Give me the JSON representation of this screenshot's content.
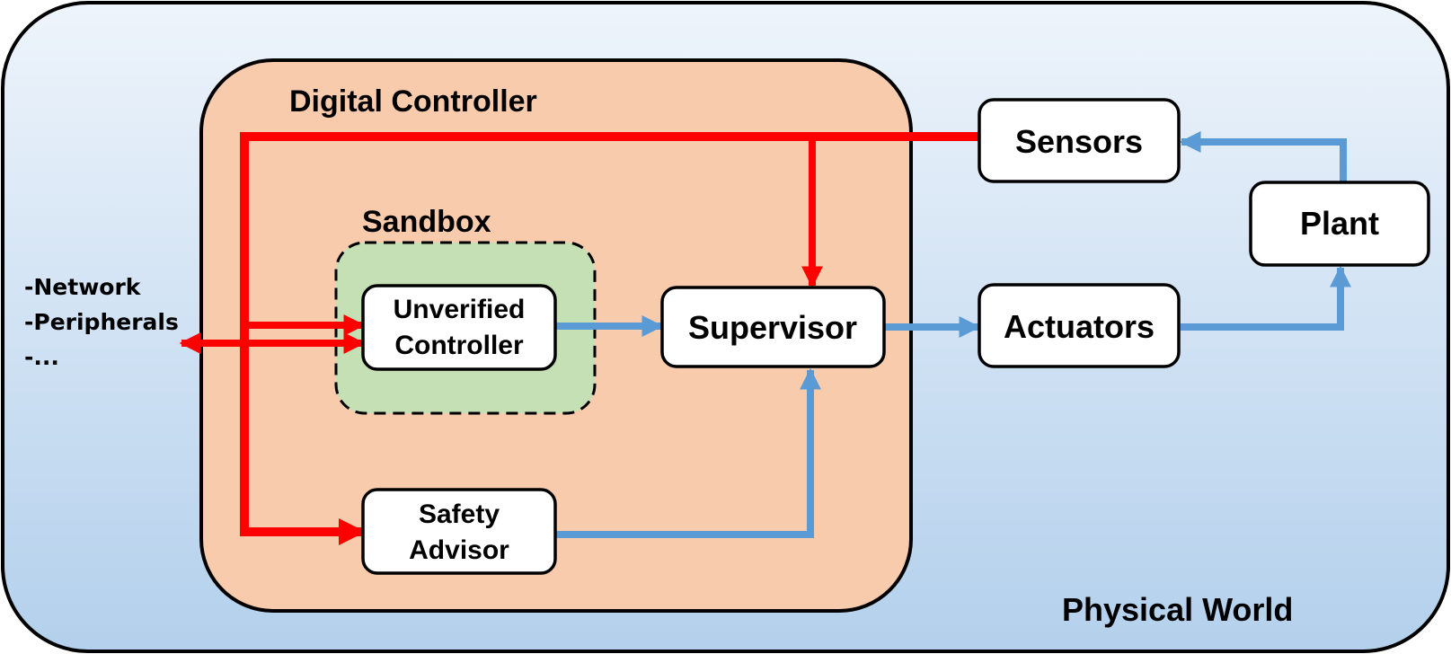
{
  "diagram": {
    "colors": {
      "physical_world_top": "#eef4fb",
      "physical_world_bottom": "#b3d0ec",
      "digital_controller_fill": "#f8cbad",
      "sandbox_fill": "#c5e0b4",
      "node_fill": "#ffffff",
      "red_signal": "#ff0000",
      "blue_signal": "#5b9bd5",
      "outline": "#000000"
    },
    "regions": {
      "physical_world": "Physical World",
      "digital_controller": "Digital Controller",
      "sandbox": "Sandbox"
    },
    "external_inputs": [
      "-Network",
      "-Peripherals",
      "-..."
    ],
    "nodes": {
      "unverified_controller": [
        "Unverified",
        "Controller"
      ],
      "safety_advisor": [
        "Safety",
        "Advisor"
      ],
      "supervisor": "Supervisor",
      "sensors": "Sensors",
      "actuators": "Actuators",
      "plant": "Plant"
    },
    "edges": [
      {
        "from": "Sensors",
        "to": "Supervisor",
        "type": "red"
      },
      {
        "from": "Sensors",
        "to": "Unverified Controller",
        "type": "red"
      },
      {
        "from": "Sensors",
        "to": "Safety Advisor",
        "type": "red"
      },
      {
        "from": "External",
        "to": "Unverified Controller",
        "type": "red",
        "bidirectional": true
      },
      {
        "from": "Unverified Controller",
        "to": "Supervisor",
        "type": "blue"
      },
      {
        "from": "Safety Advisor",
        "to": "Supervisor",
        "type": "blue"
      },
      {
        "from": "Supervisor",
        "to": "Actuators",
        "type": "blue"
      },
      {
        "from": "Actuators",
        "to": "Plant",
        "type": "blue"
      },
      {
        "from": "Plant",
        "to": "Sensors",
        "type": "blue"
      }
    ]
  }
}
